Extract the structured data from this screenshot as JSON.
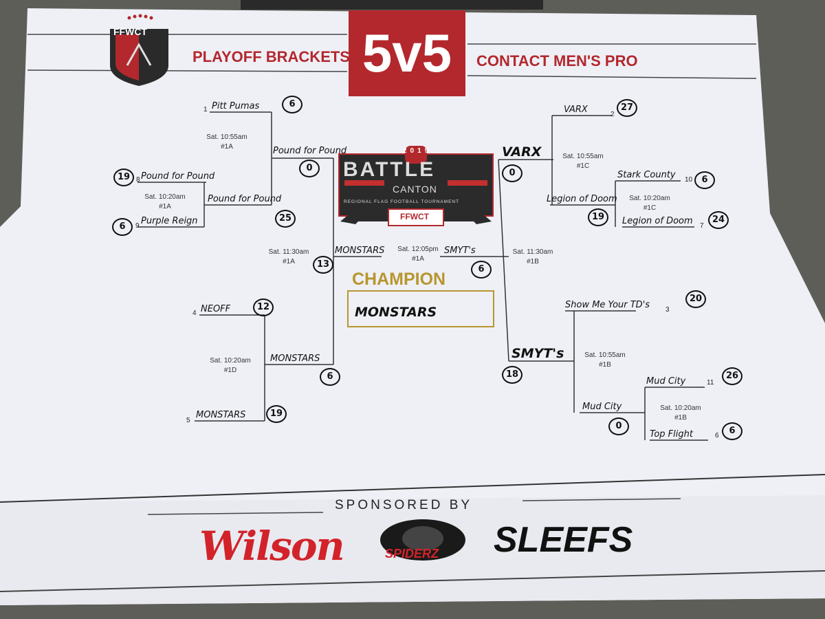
{
  "header": {
    "logo_text": "FFWCT",
    "title": "PLAYOFF BRACKETS",
    "format": "5v5",
    "division": "CONTACT MEN'S PRO"
  },
  "event_logo": {
    "year": "2019",
    "name": "BATTLE",
    "location": "CANTON",
    "subtitle": "REGIONAL FLAG FOOTBALL TOURNAMENT",
    "org": "FFWCT"
  },
  "left": {
    "r1": [
      {
        "seed": "1",
        "team": "Pitt Pumas",
        "score": "6"
      },
      {
        "seed": "8",
        "team": "Pound for Pound",
        "score": "19"
      },
      {
        "seed": "9",
        "team": "Purple Reign",
        "score": "6"
      },
      {
        "seed": "4",
        "team": "NEOFF",
        "score": "12"
      },
      {
        "seed": "5",
        "team": "MONSTARS",
        "score": "19"
      }
    ],
    "r2": [
      {
        "team": "Pound for Pound",
        "score": "25"
      },
      {
        "team": "MONSTARS",
        "score": "6"
      }
    ],
    "r3": [
      {
        "team": "Pound for Pound",
        "score": "0"
      }
    ],
    "semi": {
      "team": "MONSTARS",
      "score": "13"
    },
    "games": [
      {
        "time": "Sat. 10:20am",
        "field": "#1A"
      },
      {
        "time": "Sat. 10:55am",
        "field": "#1A"
      },
      {
        "time": "Sat. 10:20am",
        "field": "#1D"
      },
      {
        "time": "Sat. 11:30am",
        "field": "#1A"
      }
    ]
  },
  "right": {
    "r1": [
      {
        "seed": "2",
        "team": "VARX",
        "score": "27"
      },
      {
        "seed": "10",
        "team": "Stark County",
        "score": "6"
      },
      {
        "seed": "7",
        "team": "Legion of Doom",
        "score": "24"
      },
      {
        "seed": "3",
        "team": "Show Me Your TD's",
        "score": "20"
      },
      {
        "seed": "11",
        "team": "Mud City",
        "score": "26"
      },
      {
        "seed": "6",
        "team": "Top Flight",
        "score": "6"
      }
    ],
    "r2": [
      {
        "team": "Legion of Doom",
        "score": "19"
      },
      {
        "team": "Mud City",
        "score": "0"
      }
    ],
    "r3": [
      {
        "team": "VARX",
        "score": "0"
      },
      {
        "team": "SMYT's",
        "score": "18"
      }
    ],
    "semi": {
      "team": "SMYT's",
      "score": "6"
    },
    "games": [
      {
        "time": "Sat. 10:55am",
        "field": "#1C"
      },
      {
        "time": "Sat. 10:20am",
        "field": "#1C"
      },
      {
        "time": "Sat. 11:30am",
        "field": "#1B"
      },
      {
        "time": "Sat. 10:55am",
        "field": "#1B"
      },
      {
        "time": "Sat. 10:20am",
        "field": "#1B"
      }
    ]
  },
  "final_game": {
    "time": "Sat. 12:05pm",
    "field": "#1A"
  },
  "champion": {
    "label": "CHAMPION",
    "team": "MONSTARS"
  },
  "sponsors": {
    "label": "SPONSORED BY",
    "items": [
      "Wilson",
      "SPIDERZ",
      "SLEEFS"
    ]
  },
  "colors": {
    "brand_red": "#b3282d",
    "gold": "#b8962e",
    "ink": "#111111"
  }
}
